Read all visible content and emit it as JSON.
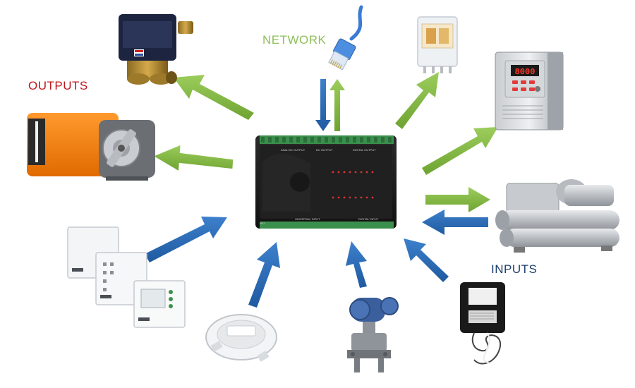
{
  "labels": {
    "network": "NETWORK",
    "outputs": "OUTPUTS",
    "inputs": "INPUTS"
  },
  "colors": {
    "network": "#8fbf5a",
    "outputs": "#c0161b",
    "inputs": "#1f3f6e",
    "output_arrow": "#7db23b",
    "input_arrow": "#2a6bb5",
    "controller_body": "#1c1c1c",
    "terminal_green": "#3a8f4c",
    "actuator_orange": "#f07a10"
  },
  "icons": [
    "solenoid-valve-icon",
    "rj45-network-cable-icon",
    "relay-icon",
    "variable-frequency-drive-icon",
    "damper-actuator-icon",
    "controller-icon",
    "chiller-icon",
    "room-sensor-icon",
    "differential-pressure-switch-icon",
    "pressure-transmitter-icon",
    "current-transformer-icon"
  ],
  "controller": {
    "top_labels": [
      "ANALOG OUTPUT",
      "DC OUTPUT",
      "DIGITAL OUTPUT"
    ],
    "bottom_labels": [
      "UNIVERSAL INPUT",
      "DIGITAL INPUT"
    ],
    "side_label": "NET"
  },
  "vfd": {
    "display": "8000"
  }
}
